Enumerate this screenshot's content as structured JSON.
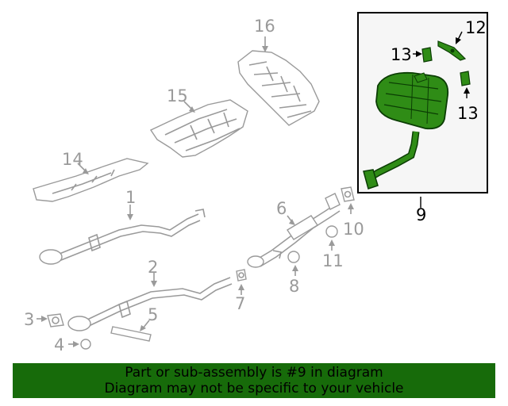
{
  "callouts": {
    "c1": "1",
    "c2": "2",
    "c3": "3",
    "c4": "4",
    "c5": "5",
    "c6": "6",
    "c7": "7",
    "c8": "8",
    "c9": "9",
    "c10": "10",
    "c11": "11",
    "c12": "12",
    "c13a": "13",
    "c13b": "13",
    "c14": "14",
    "c15": "15",
    "c16": "16"
  },
  "highlighted_part": "9",
  "highlight_color": "#1f7a0e",
  "banner": {
    "line1": "Part or sub-assembly is #9 in diagram",
    "line2": "Diagram may not be specific to your vehicle",
    "color": "#176b0a"
  }
}
